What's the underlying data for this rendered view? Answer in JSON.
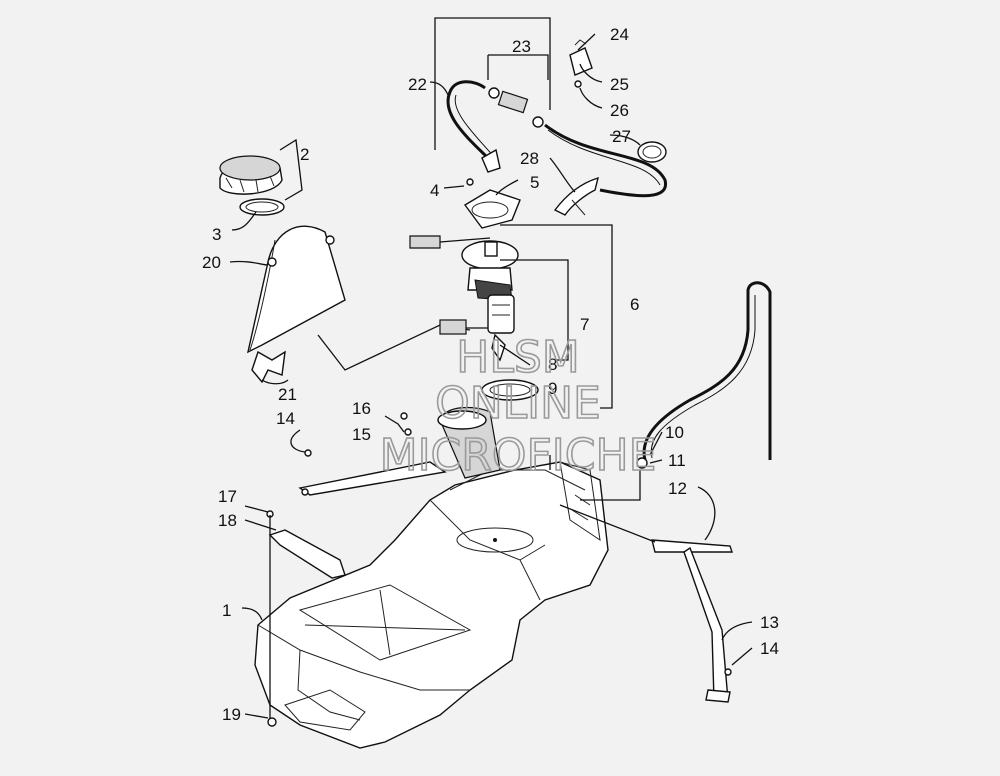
{
  "diagram": {
    "callouts": [
      "1",
      "2",
      "3",
      "4",
      "5",
      "6",
      "7",
      "8",
      "9",
      "10",
      "11",
      "12",
      "13",
      "14",
      "14",
      "15",
      "16",
      "17",
      "18",
      "19",
      "20",
      "21",
      "22",
      "23",
      "24",
      "25",
      "26",
      "27",
      "28"
    ],
    "watermark": {
      "line1": "HLSM",
      "line2": "ONLINE",
      "line3": "MICROFICHE"
    }
  }
}
